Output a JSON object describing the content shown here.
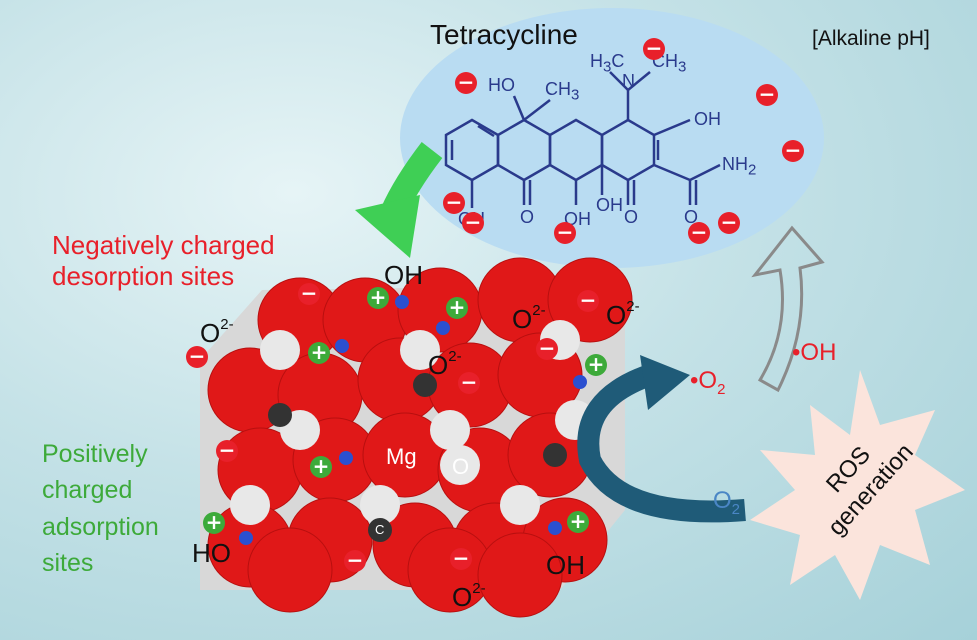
{
  "molecule": {
    "title": "Tetracycline",
    "condition": "[Alkaline pH]",
    "atoms": {
      "ho_top": "HO",
      "ch3_top": "CH",
      "ch3_sub": "3",
      "h3c": "H",
      "h3c_sub": "3",
      "h3c_c": "C",
      "n": "N",
      "ch3_r": "CH",
      "ch3_r_sub": "3",
      "oh_right": "OH",
      "nh2": "NH",
      "nh2_sub": "2",
      "oh_bottom_left": "OH",
      "o1": "O",
      "oh_bottom_mid": "OH",
      "oh_bottom_center": "OH",
      "o2": "O",
      "o3": "O"
    }
  },
  "labels": {
    "negative_sites": [
      "Negatively charged",
      "desorption sites"
    ],
    "positive_sites": [
      "Positively",
      "charged",
      "adsorption",
      "sites"
    ],
    "ros": [
      "ROS",
      "generation"
    ]
  },
  "ions": {
    "oh": "OH",
    "ho": "HO",
    "o2minus": "O",
    "minus_sup": "2-"
  },
  "crystal": {
    "mg": "Mg",
    "o": "O",
    "c": "C"
  },
  "species": {
    "superoxide_dot": "•O",
    "superoxide_sub": "2",
    "hydroxyl": "•OH",
    "oxygen": "O",
    "oxygen_sub": "2"
  },
  "charges": {
    "negative": "−",
    "positive": "+"
  },
  "colors": {
    "red": "#e8202a",
    "green": "#3daa3a",
    "blue_arrow": "#1f5b78",
    "molecule": "#2a3a8c",
    "ellipse": "#b9dcf2",
    "burst": "#fbe4dc"
  }
}
